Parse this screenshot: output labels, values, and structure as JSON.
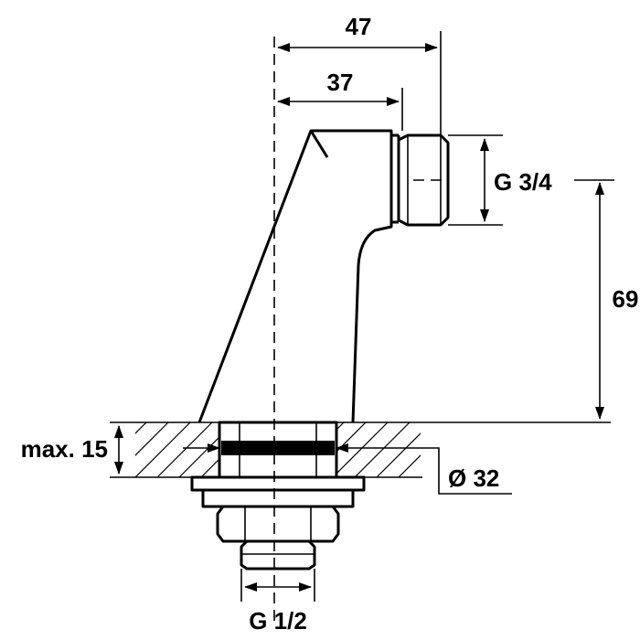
{
  "dimensions": {
    "width_top": "47",
    "width_inner": "37",
    "outlet_thread": "G 3/4",
    "height": "69",
    "max_thickness": "max. 15",
    "hole_diameter": "Ø 32",
    "inlet_thread": "G 1/2"
  },
  "colors": {
    "line": "#000000",
    "background": "#ffffff"
  }
}
